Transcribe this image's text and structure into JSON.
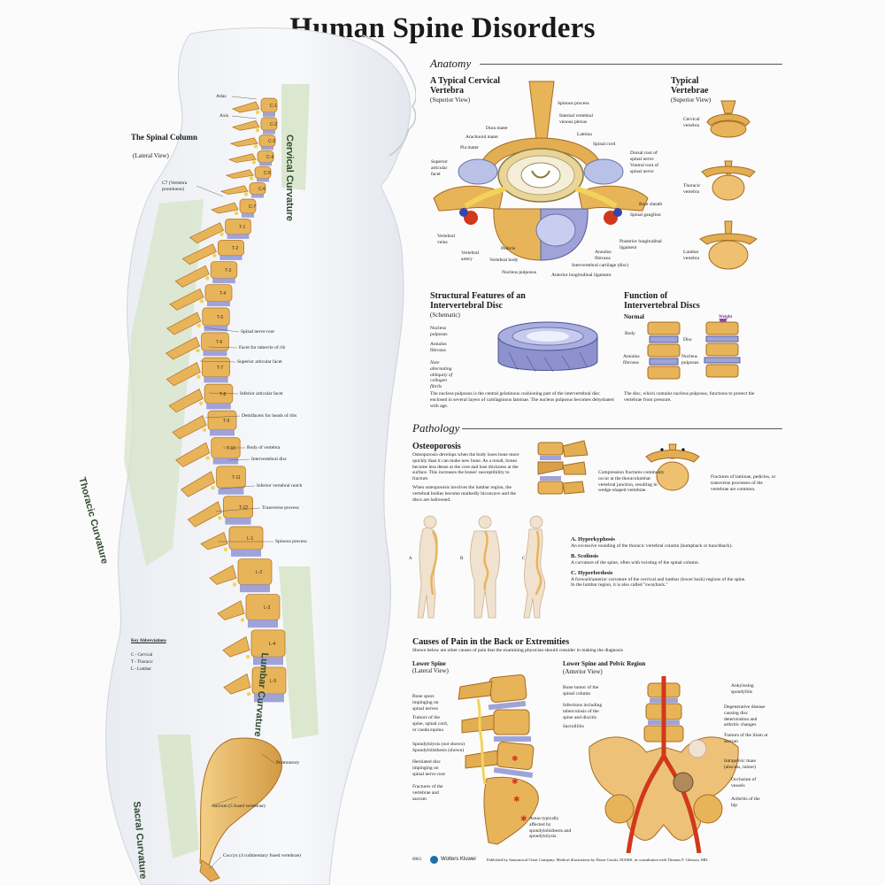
{
  "title": "Human Spine Disorders",
  "spinal_column": {
    "title": "The Spinal Column",
    "subtitle": "(Lateral View)",
    "curvatures": [
      "Cervical Curvature",
      "Thoracic Curvature",
      "Lumbar Curvature",
      "Sacral Curvature"
    ],
    "vertebra_labels": [
      "C-1",
      "C-2",
      "C-3",
      "C-4",
      "C-5",
      "C-6",
      "C-7",
      "T-1",
      "T-2",
      "T-3",
      "T-4",
      "T-5",
      "T-6",
      "T-7",
      "T-8",
      "T-9",
      "T-10",
      "T-11",
      "T-12",
      "L-1",
      "L-2",
      "L-3",
      "L-4",
      "L-5"
    ],
    "callouts": {
      "atlas": "Atlas",
      "axis": "Axis",
      "c7": "C7 (Vertebra prominens)",
      "spinal_nerve_root": "Spinal nerve root",
      "facet_tubercle": "Facet for tubercle of rib",
      "superior_articular_facet": "Superior articular facet",
      "inferior_articular_facet": "Inferior articular facet",
      "demifacets": "Demifacets for heads of ribs",
      "body_of_vertebra": "Body of vertebra",
      "intervertebral_disc": "Intervertebral disc",
      "inferior_notch": "Inferior vertebral notch",
      "transverse_process": "Transverse process",
      "spinous_process": "Spinous process",
      "promontory": "Promontory",
      "sacrum": "Sacrum (5 fused vertebrae)",
      "coccyx": "Coccyx (4 rudimentary fused vertebrae)"
    },
    "key": {
      "heading": "Key Abbreviations",
      "items": [
        "C - Cervical",
        "T - Thoracic",
        "L - Lumbar"
      ]
    }
  },
  "anatomy": {
    "heading": "Anatomy",
    "cervical": {
      "title": "A Typical Cervical Vertebra",
      "subtitle": "(Superior View)",
      "labels": {
        "spinous_process": "Spinous process",
        "internal_venous": "Internal vertebral venous plexus",
        "lamina": "Lamina",
        "dura_mater": "Dura mater",
        "arachnoid": "Arachnoid mater",
        "pia": "Pia mater",
        "spinal_cord": "Spinal cord",
        "dorsal_root": "Dorsal root of spinal nerve",
        "ventral_root": "Ventral root of spinal nerve",
        "superior_facet": "Superior articular facet",
        "root_sheath": "Root sheath",
        "spinal_ganglion": "Spinal ganglion",
        "vertebral_veins": "Vertebral veins",
        "vertebral_artery": "Vertebral artery",
        "pedicle": "Pedicle",
        "vertebral_body": "Vertebral body",
        "nucleus": "Nucleus pulposus",
        "annulus": "Annulus fibrosus",
        "cartilage": "Intervertebral cartilage (disc)",
        "posterior_ligament": "Posterior longitudinal ligament",
        "anterior_ligament": "Anterior longitudinal ligament"
      }
    },
    "typical": {
      "title": "Typical Vertebrae",
      "subtitle": "(Superior View)",
      "labels": [
        "Cervical vertebra",
        "Thoracic vertebra",
        "Lumbar vertebra"
      ]
    },
    "structural": {
      "title": "Structural Features of an Intervertebral Disc",
      "subtitle": "(Schematic)",
      "labels": [
        "Nucleus pulposus",
        "Annulus fibrosus"
      ],
      "note": "Note alternating obliquity of collagen fibrils",
      "caption": "The nucleus pulposus is the central gelatinous cushioning part of the intervertebral disc enclosed in several layers of cartilaginous laminae. The nucleus pulposus becomes dehydrated with age."
    },
    "function": {
      "title": "Function of Intervertebral Discs",
      "normal": "Normal",
      "weight": "Weight",
      "labels": [
        "Body",
        "Disc",
        "Annulus fibrosus",
        "Nucleus pulposus"
      ],
      "caption": "The disc, which contains nucleus pulposus, functions to protect the vertebrae from pressure."
    }
  },
  "pathology": {
    "heading": "Pathology",
    "osteoporosis": {
      "title": "Osteoporosis",
      "text1": "Osteoporosis develops when the body loses bone more quickly than it can make new bone. As a result, bones become less dense at the core and lose thickness at the surface. This increases the bones' susceptibility to fracture.",
      "text2": "When osteoporosis involves the lumbar region, the vertebral bodies become markedly biconcave and the discs are ballooned.",
      "compression": "Compression fractures commonly occur at the thoracolumbar vertebral junction, resulting in wedge-shaped vertebrae.",
      "fractures": "Fractures of laminae, pedicles, or transverse processes of the vertebrae are common."
    },
    "figure_letters": [
      "A",
      "B",
      "C"
    ],
    "conditions": [
      {
        "title": "A. Hyperkyphosis",
        "text": "An excessive rounding of the thoracic vertebral column (humpback or hunchback)."
      },
      {
        "title": "B. Scoliosis",
        "text": "A curvature of the spine, often with twisting of the spinal column."
      },
      {
        "title": "C. Hyperlordosis",
        "text": "A forward/anterior curvature of the cervical and lumbar (lower back) regions of the spine. In the lumbar region, it is also called \"swayback.\""
      }
    ]
  },
  "causes": {
    "title": "Causes of Pain in the Back or Extremities",
    "subtitle": "Shown below are other causes of pain that the examining physician should consider in making the diagnosis",
    "lower_spine": {
      "title": "Lower Spine",
      "subtitle": "(Lateral View)",
      "labels": [
        "Bone spurs impinging on spinal nerves",
        "Tumors of the spine, spinal cord, or cauda equina",
        "Spondylolysis (not shown) Spondylolisthesis (shown)",
        "Herniated disc impinging on spinal nerve root",
        "Fractures of the vertebrae and sacrum"
      ],
      "footnote": "Areas typically affected by spondylolisthesis and spondylolysis."
    },
    "pelvic": {
      "title": "Lower Spine and Pelvic Region",
      "subtitle": "(Anterior View)",
      "left_labels": [
        "Bone tumor of the spinal column",
        "Infections including tuberculosis of the spine and discitis",
        "Sacroiliitis"
      ],
      "right_labels": [
        "Ankylosing spondylitis",
        "Degenerative disease causing disc deterioration and arthritic changes",
        "Tumors of the ilium or sacrum",
        "Intrapelvic mass (abscess, tumor)",
        "Occlusion of vessels",
        "Arthritis of the hip"
      ]
    }
  },
  "footer": {
    "code": "0063",
    "publisher": "Wolters Kluwer",
    "credit": "Published by Anatomical Chart Company. Medical illustrations by Dawn Gorski, MAMS, in consultation with Thomas F. Gleason, MD."
  },
  "colors": {
    "bone": "#e8b45a",
    "bone_dark": "#b8782a",
    "disc": "#9fa3d8",
    "body_outline": "#c8ccd6",
    "curvature_band": "#d7e4c8",
    "artery": "#d2381c",
    "nerve": "#f2d35a"
  }
}
